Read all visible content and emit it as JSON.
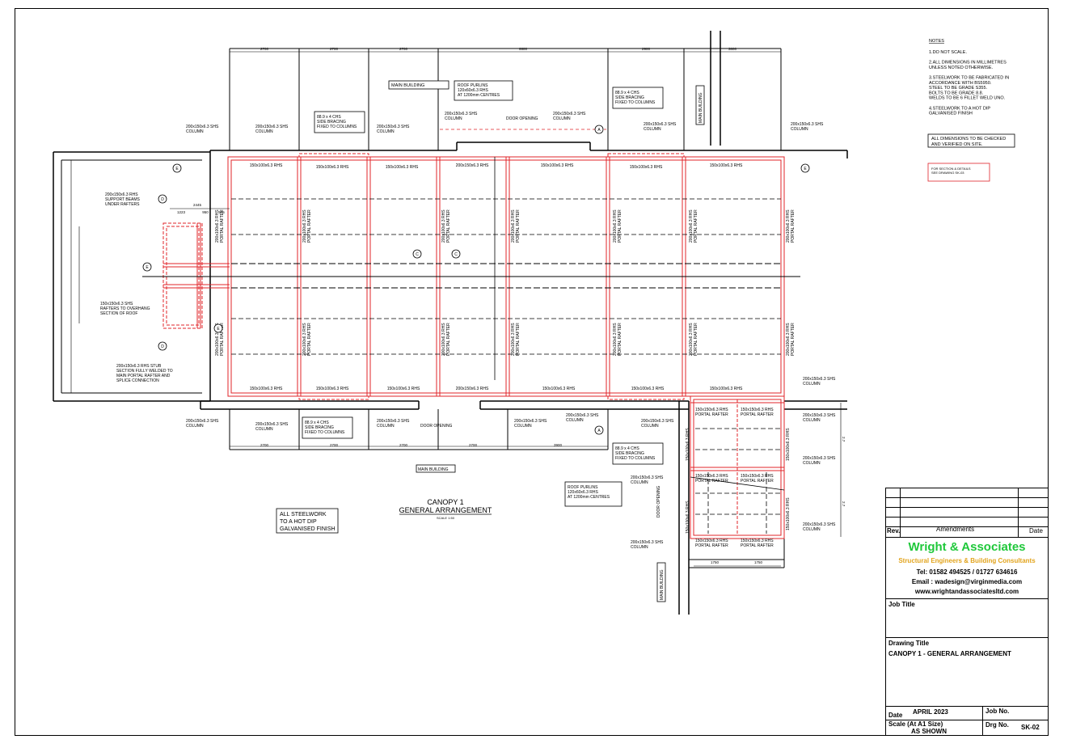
{
  "notes": {
    "heading": "NOTES",
    "lines": [
      "1.DO NOT SCALE.",
      "",
      "2.ALL DIMENSIONS IN MILLIMETRES",
      "UNLESS NOTED OTHERWISE.",
      "",
      "3.STEELWORK TO BE FABRICATED IN",
      "ACCORDANCE WITH BS5950.",
      "STEEL TO BE GRADE S355.",
      "BOLTS TO BE GRADE 8.8.",
      "WELDS TO BE 6 FILLET WELD UNO.",
      "",
      "4.STEELWORK TO A HOT DIP",
      "GALVANISED FINISH"
    ],
    "check_box": [
      "ALL DIMENSIONS TO BE CHECKED",
      "AND VERIFIED ON SITE."
    ],
    "red_box": [
      "FOR SECTION & DETAILS",
      "SEE DRAWING SK-03"
    ]
  },
  "top_dims": [
    "2700",
    "2700",
    "2700",
    "6600",
    "2900",
    "3800"
  ],
  "bottom_dims": [
    "2700",
    "2700",
    "2700",
    "2700",
    "3900"
  ],
  "ext_dims": [
    "1750",
    "1750"
  ],
  "ext_right_dims": [
    "2.7",
    "2.7"
  ],
  "left_dims": [
    "2445",
    "1223",
    "950",
    "575"
  ],
  "main_building": "MAIN BUILDING",
  "labels": {
    "column": [
      "200x150x6.3 SHS",
      "COLUMN"
    ],
    "side_bracing": [
      "88.9 x 4 CHS",
      "SIDE BRACING",
      "FIXED TO COLUMNS"
    ],
    "roof_purlins_top": [
      "ROOF PURLINS",
      "120x60x6.3 RHS",
      "AT 1200mm CENTRES"
    ],
    "roof_purlins_ext": [
      "ROOF PURLINS",
      "120x60x6.3 RHS",
      "AT 1200mm CENTRES"
    ],
    "door_opening": "DOOR OPENING",
    "beam_150": "150x100x6.3 RHS",
    "beam_200": "200x150x6.3 RHS",
    "portal_rafter_v": [
      "200x100x6.3 RHS",
      "PORTAL RAFTER"
    ],
    "portal_rafter_ext": [
      "150x150x6.3 RHS",
      "PORTAL RAFTER"
    ],
    "ext_vertical": "150x100x6.3 RHS",
    "support_beams": [
      "200x150x6.3 RHS",
      "SUPPORT BEAMS",
      "UNDER RAFTERS"
    ],
    "overhang_rafters": [
      "150x150x6.3 SHS",
      "RAFTERS TO OVERHANG",
      "SECTION OF ROOF"
    ],
    "stub": [
      "200x150x6.3 RHS STUB",
      "SECTION FULLY WELDED TO",
      "MAIN PORTAL RAFTER AND",
      "SPLICE CONNECTION"
    ],
    "section_markers": [
      "E",
      "E",
      "D",
      "D",
      "E",
      "E",
      "C",
      "C",
      "A",
      "A"
    ]
  },
  "title": {
    "main": "CANOPY 1",
    "sub": "GENERAL ARRANGEMENT",
    "scale": "SCALE 1:50"
  },
  "finish_box": [
    "ALL STEELWORK",
    "TO A HOT DIP",
    "GALVANISED FINISH"
  ],
  "title_block": {
    "rev_label": "Rev.",
    "amend_label": "Amendments",
    "date_label": "Date",
    "company": "Wright & Associates",
    "subtitle": "Structural Engineers & Building Consultants",
    "tel": "Tel: 01582 494525 / 01727 634616",
    "email": "Email : wadesign@virginmedia.com",
    "web": "www.wrightandassociatesltd.com",
    "job_title_label": "Job Title",
    "drawing_title_label": "Drawing Title",
    "drawing_title": "CANOPY 1 - GENERAL ARRANGEMENT",
    "date_field_label": "Date",
    "date_value": "APRIL 2023",
    "job_no_label": "Job No.",
    "scale_label": "Scale (At A1 Size)",
    "scale_value": "AS SHOWN",
    "drg_no_label": "Drg No.",
    "drg_no_value": "SK-02"
  },
  "colors": {
    "steel_outline": "#e0242a",
    "company": "#1fc83a",
    "subtitle": "#e2a41d"
  }
}
